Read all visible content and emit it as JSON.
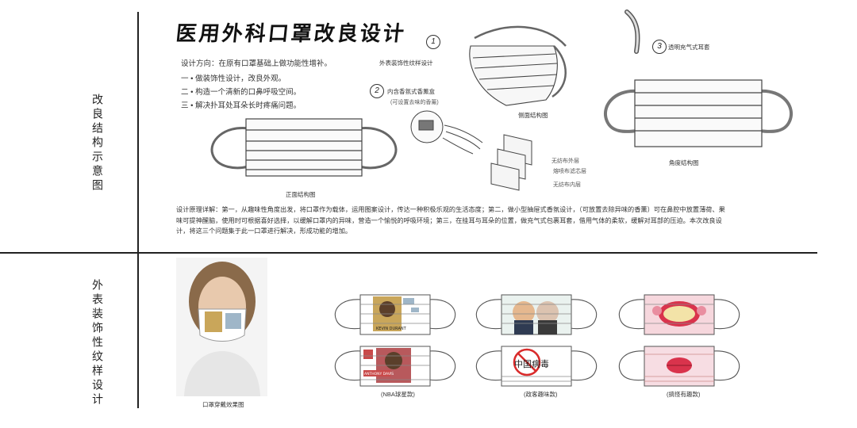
{
  "sections": {
    "top_label": "改良结构示意图",
    "bottom_label": "外表装饰性纹样设计"
  },
  "title": "医用外科口罩改良设计",
  "design_direction": {
    "intro": "设计方向：在原有口罩基础上做功能性增补。",
    "items": [
      "一 • 做装饰性设计，改良外观。",
      "二 • 构造一个清新的口鼻呼吸空间。",
      "三 • 解决扑耳处耳朵长时疼痛问题。"
    ]
  },
  "callouts": {
    "decorative": "外表装饰性纹样设计",
    "num1": "1",
    "num2": "2",
    "num3": "3",
    "fragrance": "内含香氛式香薰盒",
    "fragrance_sub": "(可设置去味的香薰)",
    "transparent_air": "透明充气式耳套",
    "side_view": "侧面结构图",
    "front_view": "正面结构图",
    "angle_view": "角度结构图",
    "layer1": "无纺布外层",
    "layer2": "熔喷布滤芯层",
    "layer3": "无纺布内层"
  },
  "principle": "设计原理详解：第一，从趣味性角度出发，将口罩作为载体，运用图案设计，传达一种积极乐观的生活态度；第二，做小型抽屉式香氛设计，（可放置去除异味的香薰）可在鼻腔中放置薄荷、果味可提神醒脑，使用时可根据喜好选择，以缓解口罩内的异味，营造一个愉悦的呼吸环境；第三，在挂耳与耳朵的位置，做充气式包裹耳套，借用气体的柔软，缓解对耳部的压迫。本次改良设计，将这三个问题集于此一口罩进行解决，形成功能的增加。",
  "gallery": {
    "photo_caption": "口罩穿戴效果图",
    "nba_caption": "(NBA球星款)",
    "politics_caption": "(政客趣味款)",
    "fun_caption": "(搞怪有趣款)",
    "nba_label1": "KEVIN DURANT",
    "nba_label2": "ANTHONY DAVIS",
    "virus_text": "中国病毒"
  },
  "colors": {
    "line": "#222222",
    "mask_stroke": "#555555",
    "mask_blue": "#9fb6c8",
    "lip_red": "#d9334c",
    "pink": "#f4c6cf",
    "no_sign": "#d92b2b"
  }
}
